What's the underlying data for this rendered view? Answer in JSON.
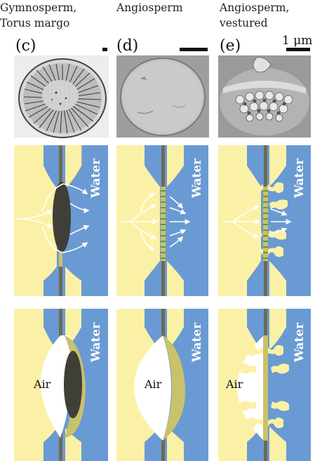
{
  "columns": [
    {
      "id": "c",
      "title_line1": "Gymnosperm,",
      "title_line2": "Torus margo",
      "label": "(c)"
    },
    {
      "id": "d",
      "title_line1": "Angiosperm",
      "title_line2": "",
      "label": "(d)"
    },
    {
      "id": "e",
      "title_line1": "Angiosperm,",
      "title_line2": "vestured",
      "label": "(e)"
    }
  ],
  "scale_bar_label": "1 μm",
  "water_label": "Water",
  "air_label": "Air",
  "colors": {
    "water": "#6a9ad3",
    "wall": "#fbf1a6",
    "wall_edge": "#e4d98a",
    "membrane": "#6f6a55",
    "torus": "#3f3f38",
    "pore_wall": "#c9c26a",
    "arrow": "#ffffff"
  }
}
